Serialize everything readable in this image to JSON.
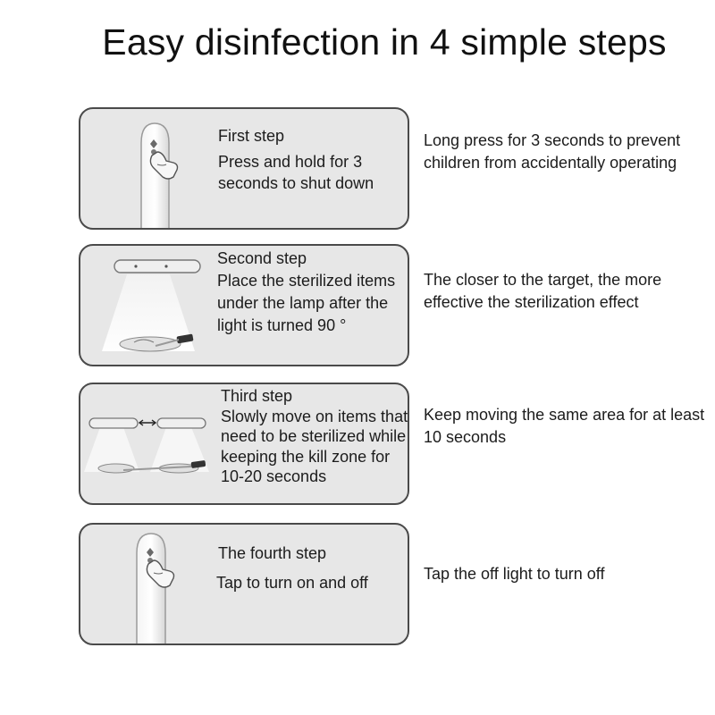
{
  "title": "Easy disinfection in 4 simple steps",
  "steps": [
    {
      "title": "First step",
      "body": "Press and hold for 3 seconds to shut down",
      "description": "Long press for 3 seconds to prevent children from accidentally operating",
      "icon": "finger-press-icon"
    },
    {
      "title": "Second step",
      "body": "Place the sterilized items under the lamp after the light is turned 90 °",
      "description": "The closer to the target, the more effective the sterilization effect",
      "icon": "lamp-beam-icon"
    },
    {
      "title": "Third step",
      "body": "Slowly move on items that need to be sterilized while keeping the kill zone for 10-20 seconds",
      "description": "Keep moving the same area for at least 10 seconds",
      "icon": "lamp-move-icon"
    },
    {
      "title": "The fourth step",
      "body": "Tap to turn on and off",
      "description": "Tap the off light to turn off",
      "icon": "finger-tap-icon"
    }
  ],
  "colors": {
    "card_background": "#e7e7e7",
    "card_border": "#4a4a4a",
    "text": "#1c1c1c"
  }
}
